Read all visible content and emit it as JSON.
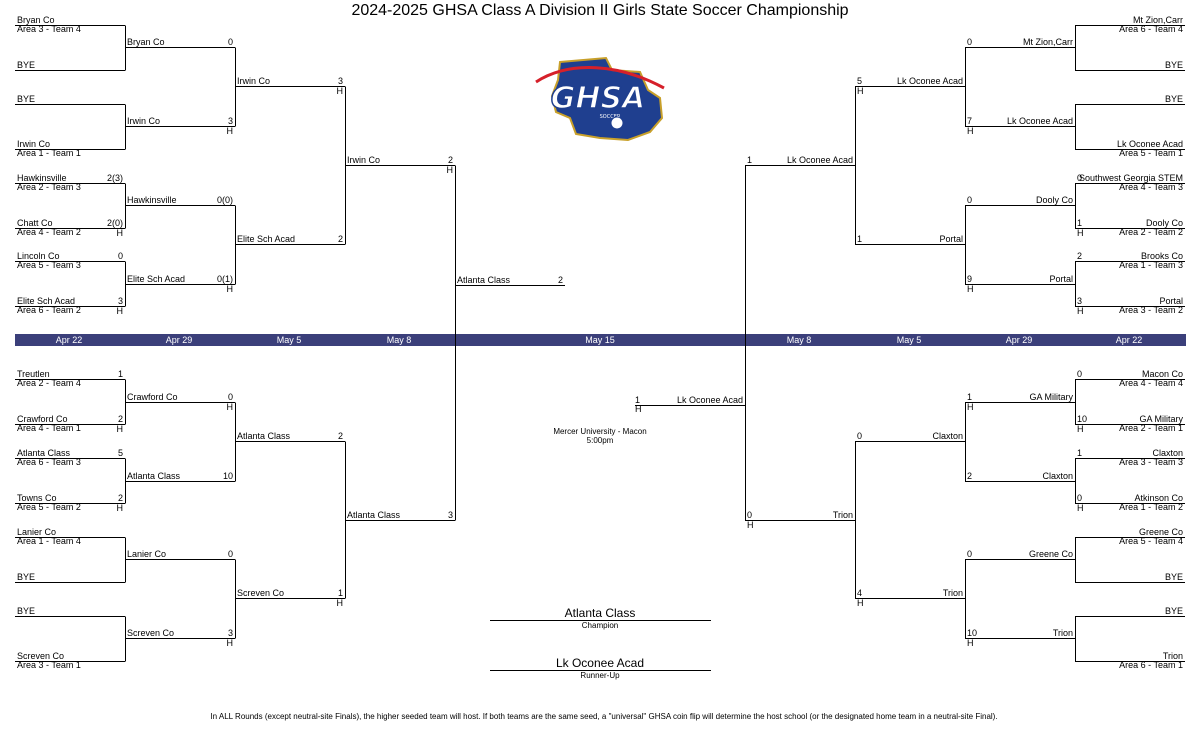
{
  "title": "2024-2025 GHSA Class A Division II Girls State Soccer Championship",
  "logo": {
    "text": "GHSA",
    "sub": "SOCCER"
  },
  "venue": {
    "line1": "Mercer University - Macon",
    "line2": "5:00pm"
  },
  "champion": {
    "name": "Atlanta Class",
    "label": "Champion"
  },
  "runner_up": {
    "name": "Lk Oconee Acad",
    "label": "Runner-Up"
  },
  "footnote": "In ALL Rounds (except neutral-site Finals), the higher seeded team will host. If both teams are the same seed, a \"universal\" GHSA coin flip will determine the host school (or the designated home team in a neutral-site Final).",
  "dates": [
    "Apr 22",
    "Apr 29",
    "May 5",
    "May 8",
    "May 15",
    "May 8",
    "May 5",
    "Apr 29",
    "Apr 22"
  ],
  "colors": {
    "date_bar": "#3b3f7a",
    "logo_blue": "#1f3f8f",
    "logo_red": "#d6202a",
    "logo_gold": "#c8a02a"
  },
  "r1": [
    {
      "name": "Bryan Co",
      "seed": "Area 3 - Team 4",
      "score": "",
      "host": ""
    },
    {
      "name": "BYE",
      "seed": "",
      "score": "",
      "host": ""
    },
    {
      "name": "BYE",
      "seed": "",
      "score": "",
      "host": ""
    },
    {
      "name": "Irwin Co",
      "seed": "Area 1 - Team 1",
      "score": "",
      "host": ""
    },
    {
      "name": "Hawkinsville",
      "seed": "Area 2 - Team 3",
      "score": "2(3)",
      "host": ""
    },
    {
      "name": "Chatt Co",
      "seed": "Area 4 - Team 2",
      "score": "2(0)",
      "host": "H"
    },
    {
      "name": "Lincoln Co",
      "seed": "Area 5 - Team 3",
      "score": "0",
      "host": ""
    },
    {
      "name": "Elite Sch Acad",
      "seed": "Area 6 - Team 2",
      "score": "3",
      "host": "H"
    },
    {
      "name": "Treutlen",
      "seed": "Area 2 - Team 4",
      "score": "1",
      "host": ""
    },
    {
      "name": "Crawford Co",
      "seed": "Area 4 - Team 1",
      "score": "2",
      "host": "H"
    },
    {
      "name": "Atlanta Class",
      "seed": "Area 6 - Team 3",
      "score": "5",
      "host": ""
    },
    {
      "name": "Towns Co",
      "seed": "Area 5 - Team 2",
      "score": "2",
      "host": "H"
    },
    {
      "name": "Lanier Co",
      "seed": "Area 1 - Team 4",
      "score": "",
      "host": ""
    },
    {
      "name": "BYE",
      "seed": "",
      "score": "",
      "host": ""
    },
    {
      "name": "BYE",
      "seed": "",
      "score": "",
      "host": ""
    },
    {
      "name": "Screven Co",
      "seed": "Area 3 - Team 1",
      "score": "",
      "host": ""
    },
    {
      "name": "Mt Zion,Carr",
      "seed": "Area 6 - Team 4",
      "score": "",
      "host": ""
    },
    {
      "name": "BYE",
      "seed": "",
      "score": "",
      "host": ""
    },
    {
      "name": "BYE",
      "seed": "",
      "score": "",
      "host": ""
    },
    {
      "name": "Lk Oconee Acad",
      "seed": "Area 5 - Team 1",
      "score": "",
      "host": ""
    },
    {
      "name": "Southwest Georgia STEM",
      "seed": "Area 4 - Team 3",
      "score": "0",
      "host": ""
    },
    {
      "name": "Dooly Co",
      "seed": "Area 2 - Team 2",
      "score": "1",
      "host": "H"
    },
    {
      "name": "Brooks Co",
      "seed": "Area 1 - Team 3",
      "score": "2",
      "host": ""
    },
    {
      "name": "Portal",
      "seed": "Area 3 - Team 2",
      "score": "3",
      "host": "H"
    },
    {
      "name": "Macon Co",
      "seed": "Area 4 - Team 4",
      "score": "0",
      "host": ""
    },
    {
      "name": "GA Military",
      "seed": "Area 2 - Team 1",
      "score": "10",
      "host": "H"
    },
    {
      "name": "Claxton",
      "seed": "Area 3 - Team 3",
      "score": "1",
      "host": ""
    },
    {
      "name": "Atkinson Co",
      "seed": "Area 1 - Team 2",
      "score": "0",
      "host": "H"
    },
    {
      "name": "Greene Co",
      "seed": "Area 5 - Team 4",
      "score": "",
      "host": ""
    },
    {
      "name": "BYE",
      "seed": "",
      "score": "",
      "host": ""
    },
    {
      "name": "BYE",
      "seed": "",
      "score": "",
      "host": ""
    },
    {
      "name": "Trion",
      "seed": "Area 6 - Team 1",
      "score": "",
      "host": ""
    }
  ],
  "r2": [
    {
      "name": "Bryan Co",
      "score": "0",
      "host": ""
    },
    {
      "name": "Irwin Co",
      "score": "3",
      "host": "H"
    },
    {
      "name": "Hawkinsville",
      "score": "0(0)",
      "host": ""
    },
    {
      "name": "Elite Sch Acad",
      "score": "0(1)",
      "host": "H"
    },
    {
      "name": "Crawford Co",
      "score": "0",
      "host": "H"
    },
    {
      "name": "Atlanta Class",
      "score": "10",
      "host": ""
    },
    {
      "name": "Lanier Co",
      "score": "0",
      "host": ""
    },
    {
      "name": "Screven Co",
      "score": "3",
      "host": "H"
    },
    {
      "name": "Mt Zion,Carr",
      "score": "0",
      "host": ""
    },
    {
      "name": "Lk Oconee Acad",
      "score": "7",
      "host": "H"
    },
    {
      "name": "Dooly Co",
      "score": "0",
      "host": ""
    },
    {
      "name": "Portal",
      "score": "9",
      "host": "H"
    },
    {
      "name": "GA Military",
      "score": "1",
      "host": "H"
    },
    {
      "name": "Claxton",
      "score": "2",
      "host": ""
    },
    {
      "name": "Greene Co",
      "score": "0",
      "host": ""
    },
    {
      "name": "Trion",
      "score": "10",
      "host": "H"
    }
  ],
  "qf": [
    {
      "name": "Irwin Co",
      "score": "3",
      "host": "H"
    },
    {
      "name": "Elite Sch Acad",
      "score": "2",
      "host": ""
    },
    {
      "name": "Atlanta Class",
      "score": "2",
      "host": ""
    },
    {
      "name": "Screven Co",
      "score": "1",
      "host": "H"
    },
    {
      "name": "Lk Oconee Acad",
      "score": "5",
      "host": "H"
    },
    {
      "name": "Portal",
      "score": "1",
      "host": ""
    },
    {
      "name": "Claxton",
      "score": "0",
      "host": ""
    },
    {
      "name": "Trion",
      "score": "4",
      "host": "H"
    }
  ],
  "sf": [
    {
      "name": "Irwin Co",
      "score": "2",
      "host": "H"
    },
    {
      "name": "Atlanta Class",
      "score": "3",
      "host": ""
    },
    {
      "name": "Lk Oconee Acad",
      "score": "1",
      "host": ""
    },
    {
      "name": "Trion",
      "score": "0",
      "host": "H"
    }
  ],
  "final": [
    {
      "name": "Atlanta Class",
      "score": "2",
      "host": ""
    },
    {
      "name": "Lk Oconee Acad",
      "score": "1",
      "host": "H"
    }
  ]
}
